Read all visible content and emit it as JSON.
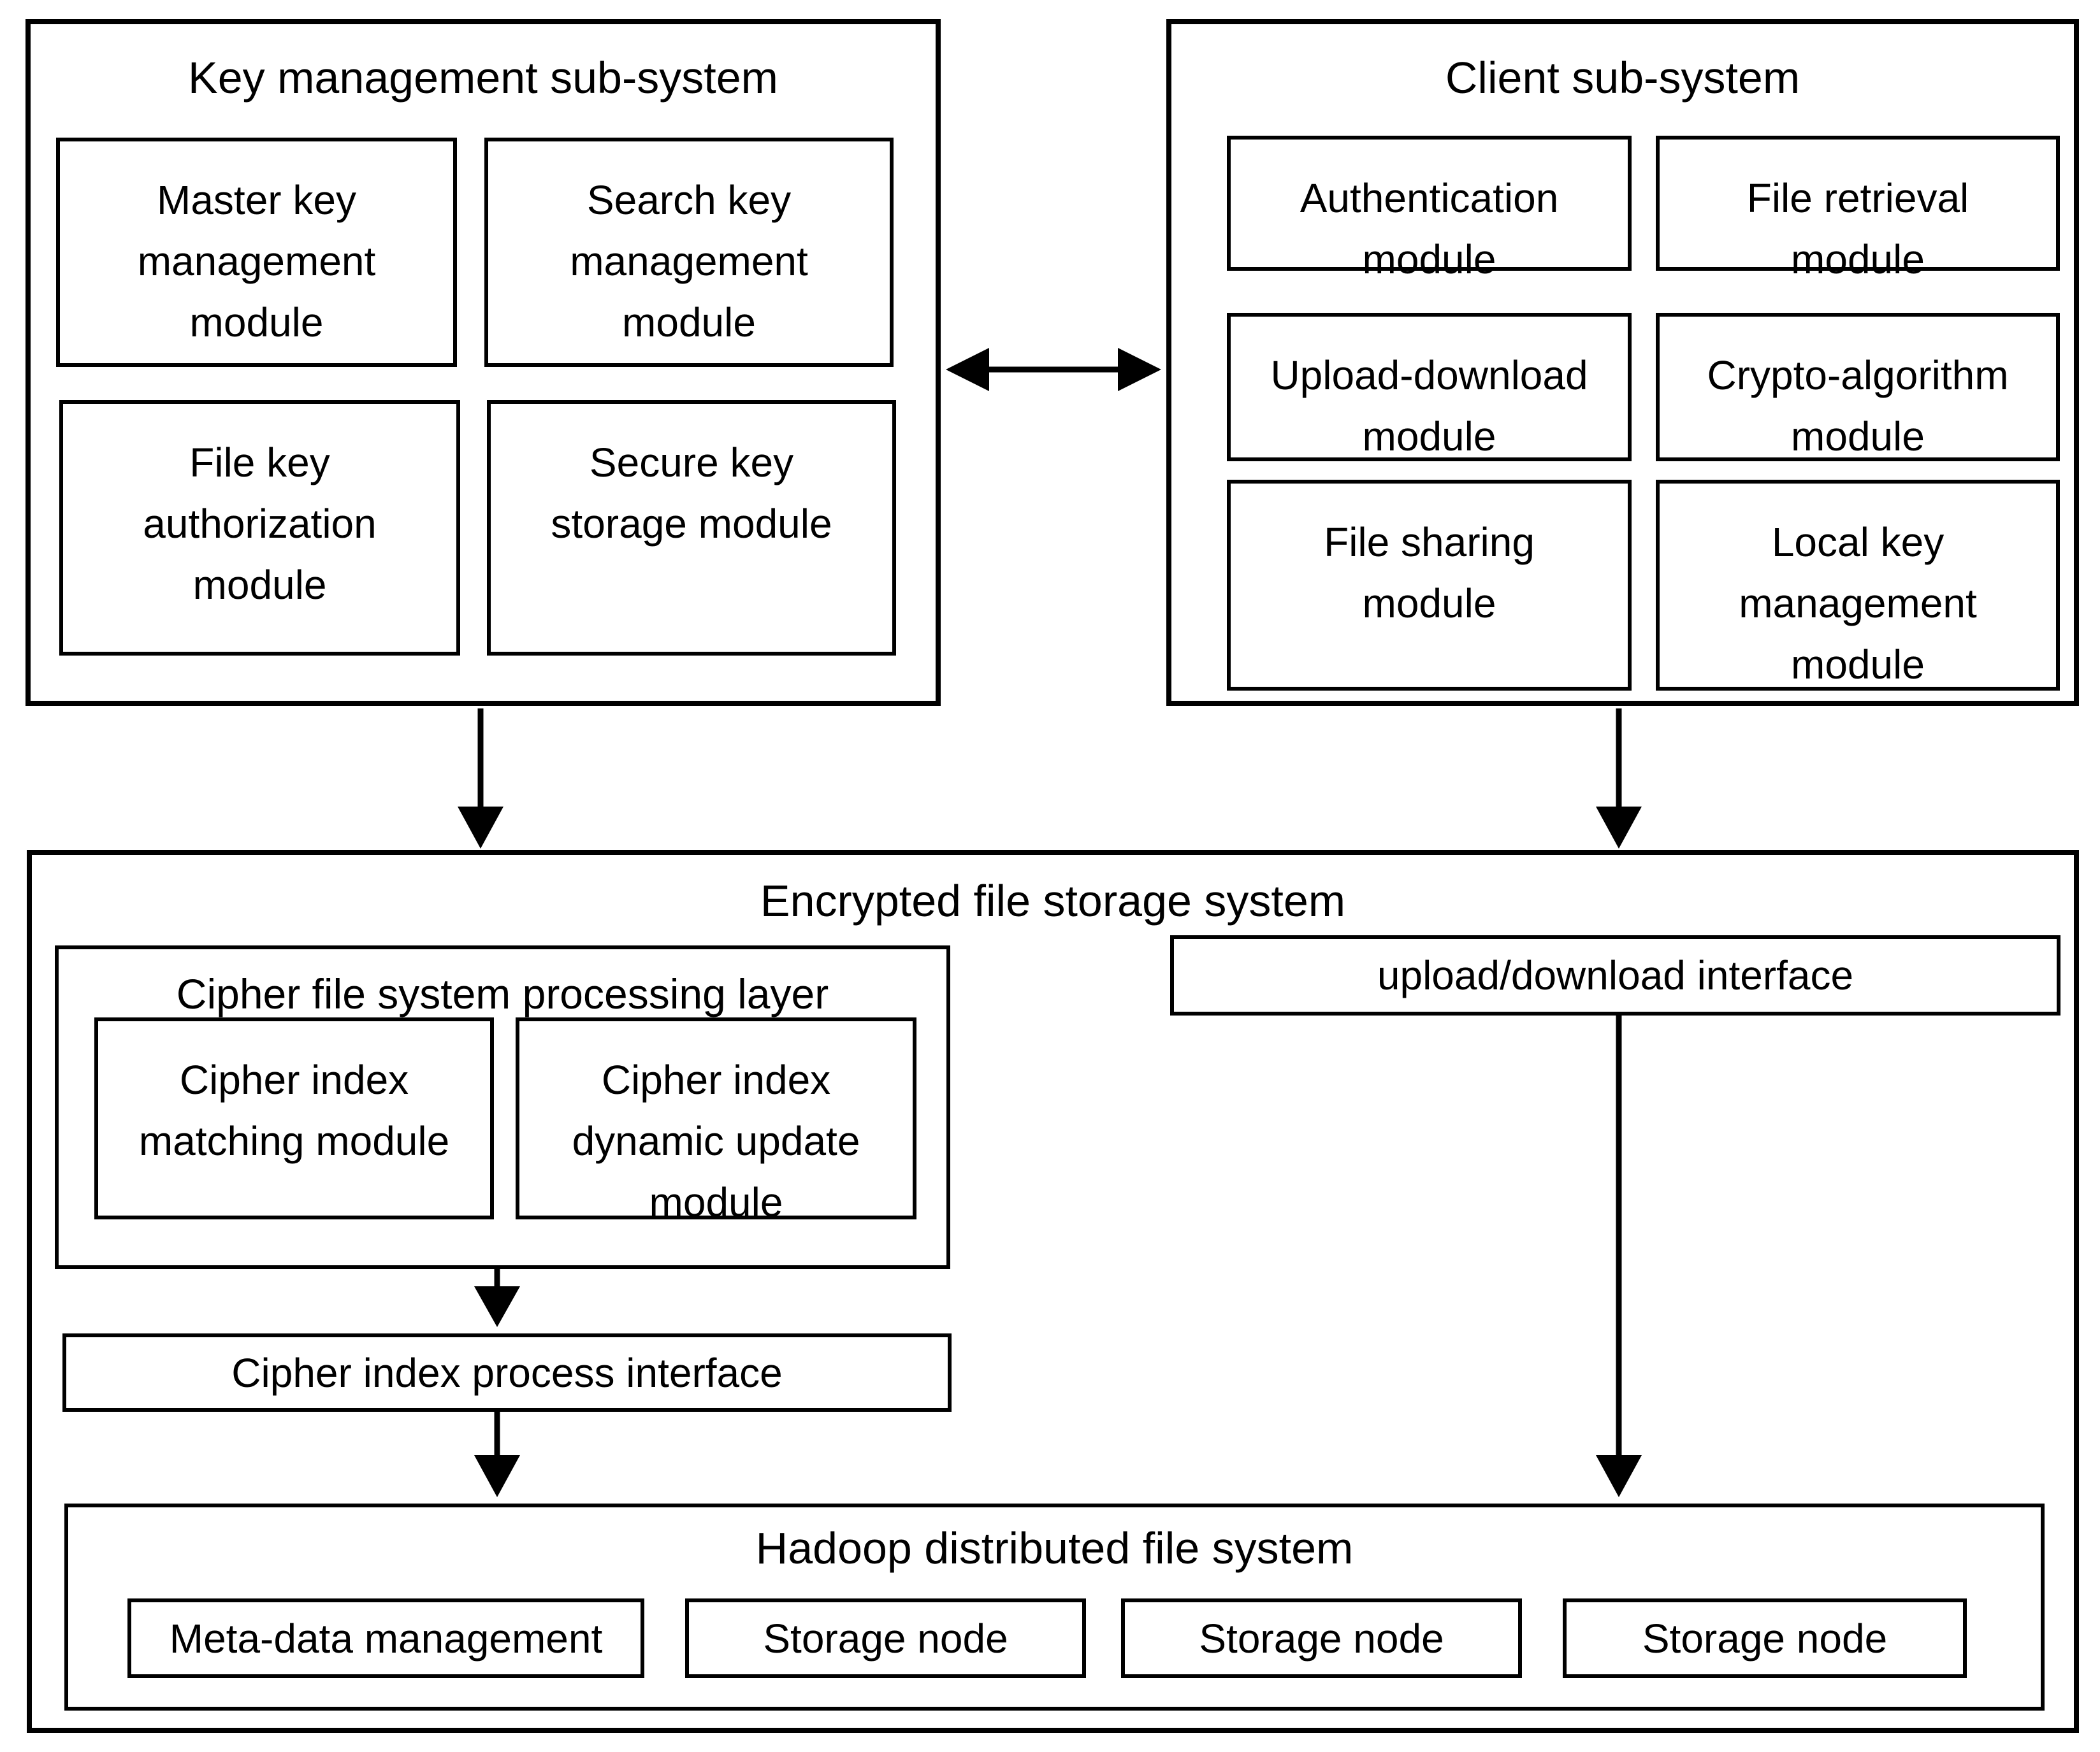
{
  "colors": {
    "line": "#000000",
    "background": "#ffffff"
  },
  "key_management": {
    "title": "Key management sub-system",
    "modules": [
      "Master key\nmanagement\nmodule",
      "Search key\nmanagement\nmodule",
      "File key\nauthorization\nmodule",
      "Secure key\nstorage module"
    ]
  },
  "client": {
    "title": "Client sub-system",
    "modules": [
      "Authentication\nmodule",
      "File retrieval\nmodule",
      "Upload-download\nmodule",
      "Crypto-algorithm\nmodule",
      "File sharing\nmodule",
      "Local key\nmanagement\nmodule"
    ]
  },
  "storage": {
    "title": "Encrypted file storage system",
    "cipher_layer": {
      "title": "Cipher file system processing layer",
      "modules": [
        "Cipher index\nmatching module",
        "Cipher index\ndynamic update\nmodule"
      ]
    },
    "upload_download_interface": "upload/download interface",
    "cipher_index_interface": "Cipher index process interface",
    "hadoop": {
      "title": "Hadoop distributed file system",
      "nodes": [
        "Meta-data management",
        "Storage node",
        "Storage node",
        "Storage node"
      ]
    }
  },
  "connections": [
    {
      "from": "key-management-sub-system",
      "to": "client-sub-system",
      "type": "bidirectional"
    },
    {
      "from": "key-management-sub-system",
      "to": "encrypted-file-storage-system",
      "type": "arrow-down"
    },
    {
      "from": "client-sub-system",
      "to": "encrypted-file-storage-system",
      "type": "arrow-down"
    },
    {
      "from": "cipher-file-system-processing-layer",
      "to": "cipher-index-process-interface",
      "type": "arrow-down"
    },
    {
      "from": "cipher-index-process-interface",
      "to": "hadoop-distributed-file-system",
      "type": "arrow-down"
    },
    {
      "from": "upload-download-interface",
      "to": "hadoop-distributed-file-system",
      "type": "arrow-down"
    }
  ]
}
